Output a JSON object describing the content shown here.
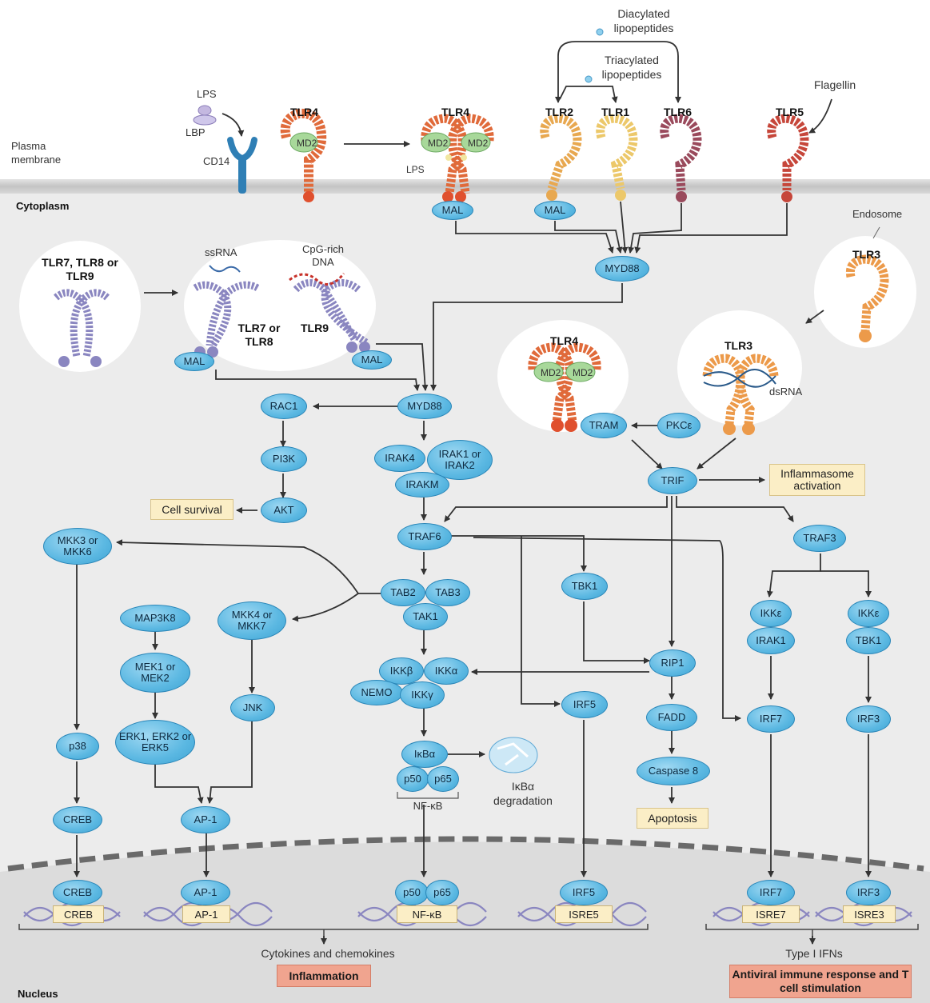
{
  "compartments": {
    "plasma_membrane": "Plasma membrane",
    "cytoplasm": "Cytoplasm",
    "endosome": "Endosome",
    "nucleus": "Nucleus"
  },
  "ligands": {
    "lps": "LPS",
    "lbp": "LBP",
    "cd14": "CD14",
    "lps_bound": "LPS",
    "diacylated": "Diacylated lipopeptides",
    "triacylated": "Triacylated lipopeptides",
    "flagellin": "Flagellin",
    "ssrna": "ssRNA",
    "cpg": "CpG-rich DNA",
    "dsrna": "dsRNA"
  },
  "receptors": {
    "tlr4_a": "TLR4",
    "tlr4_b": "TLR4",
    "tlr2": "TLR2",
    "tlr1": "TLR1",
    "tlr6": "TLR6",
    "tlr5": "TLR5",
    "tlr789": "TLR7, TLR8 or TLR9",
    "tlr78": "TLR7 or TLR8",
    "tlr9": "TLR9",
    "tlr3_endo": "TLR3",
    "tlr4_endo": "TLR4",
    "tlr3_ds": "TLR3",
    "md2": "MD2"
  },
  "nodes": {
    "mal1": "MAL",
    "mal2": "MAL",
    "mal3": "MAL",
    "mal4": "MAL",
    "myd88_top": "MYD88",
    "myd88": "MYD88",
    "rac1": "RAC1",
    "pi3k": "PI3K",
    "akt": "AKT",
    "irak4": "IRAK4",
    "irak1_2": "IRAK1 or IRAK2",
    "irakm": "IRAKM",
    "traf6": "TRAF6",
    "tab2": "TAB2",
    "tab3": "TAB3",
    "tak1": "TAK1",
    "mkk3_6": "MKK3 or MKK6",
    "map3k8": "MAP3K8",
    "mkk4_7": "MKK4 or MKK7",
    "mek12": "MEK1 or MEK2",
    "erk": "ERK1, ERK2 or ERK5",
    "jnk": "JNK",
    "p38": "p38",
    "creb": "CREB",
    "ap1": "AP-1",
    "ikkb": "IKKβ",
    "ikka": "IKKα",
    "nemo": "NEMO",
    "ikkg": "IKKγ",
    "ikba": "IκBα",
    "p50": "p50",
    "p65": "p65",
    "nfkb": "NF-κB",
    "ikba_deg": "IκBα degradation",
    "tbk1_a": "TBK1",
    "irf5": "IRF5",
    "tram": "TRAM",
    "pkce": "PKCε",
    "trif": "TRIF",
    "rip1": "RIP1",
    "fadd": "FADD",
    "casp8": "Caspase 8",
    "traf3": "TRAF3",
    "ikke_a": "IKKε",
    "irak1": "IRAK1",
    "ikke_b": "IKKε",
    "tbk1_b": "TBK1",
    "irf7": "IRF7",
    "irf3": "IRF3",
    "n_creb": "CREB",
    "n_ap1": "AP-1",
    "n_p50": "p50",
    "n_p65": "p65",
    "n_irf5": "IRF5",
    "n_irf7": "IRF7",
    "n_irf3": "IRF3"
  },
  "dna_tags": {
    "creb": "CREB",
    "ap1": "AP-1",
    "nfkb": "NF-κB",
    "isre5": "ISRE5",
    "isre7": "ISRE7",
    "isre3": "ISRE3"
  },
  "outcomes": {
    "cell_survival": "Cell survival",
    "inflammasome": "Inflammasome activation",
    "apoptosis": "Apoptosis",
    "cytokines": "Cytokines and chemokines",
    "inflammation": "Inflammation",
    "type1": "Type I IFNs",
    "antiviral": "Antiviral immune response and T cell stimulation"
  },
  "colors": {
    "node": "#5bb8e2",
    "node_border": "#2a86b8",
    "membrane": "#cfcfcf",
    "cytoplasm": "#ececec",
    "nucleus": "#dcdcdc",
    "tlr4": "#e06a3a",
    "tlr2": "#e8a850",
    "tlr1": "#ecc86a",
    "tlr6": "#9a4a5c",
    "tlr5": "#c6463a",
    "tlr789": "#8a86c0",
    "tlr3": "#ec9a4a",
    "md2": "#a8d89a",
    "dna": "#8a86c0",
    "red_box": "#f0a48f",
    "beige_box": "#fbeec6"
  }
}
